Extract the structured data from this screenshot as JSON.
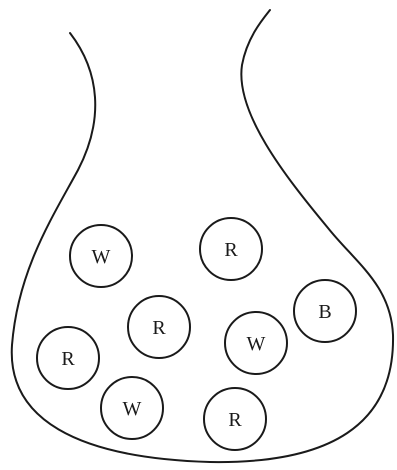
{
  "diagram": {
    "balls": [
      {
        "label": "W"
      },
      {
        "label": "R"
      },
      {
        "label": "R"
      },
      {
        "label": "B"
      },
      {
        "label": "W"
      },
      {
        "label": "R"
      },
      {
        "label": "W"
      },
      {
        "label": "R"
      }
    ]
  }
}
